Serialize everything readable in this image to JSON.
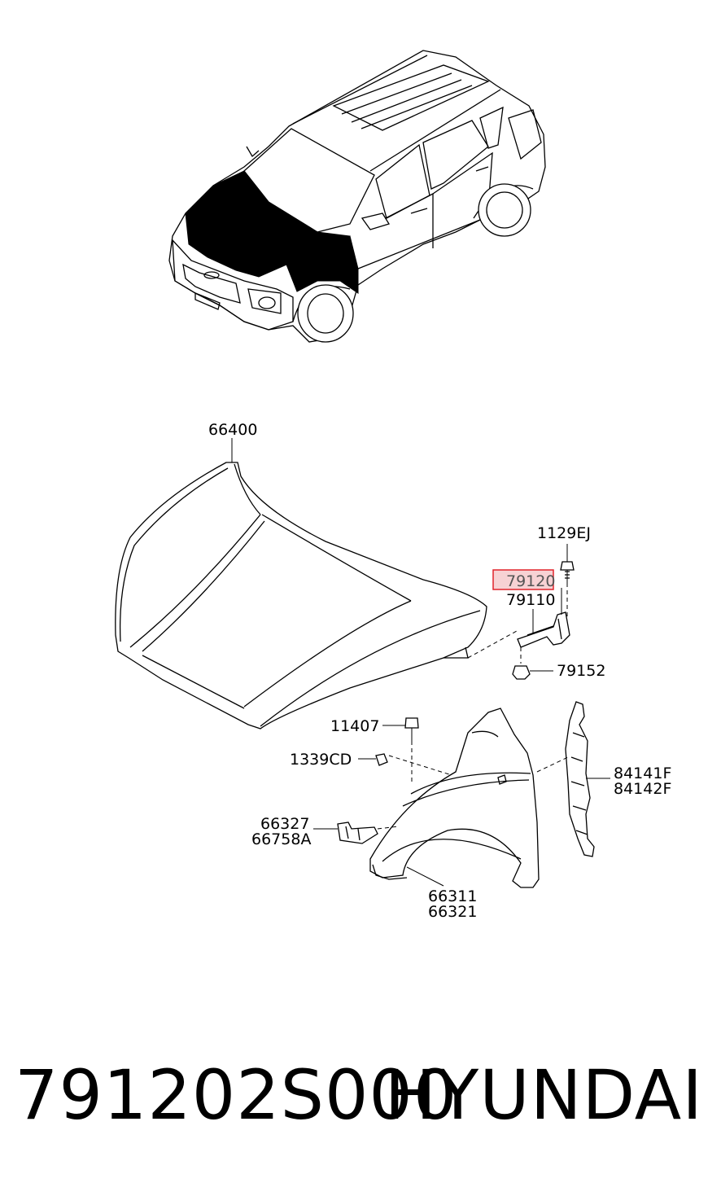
{
  "diagram": {
    "labels": {
      "hood": "66400",
      "bolt_top": "1129EJ",
      "hinge_lh": "79120",
      "hinge_rh": "79110",
      "nut": "79152",
      "fender_bolt": "11407",
      "clip": "1339CD",
      "bracket_a": "66327",
      "bracket_b": "66758A",
      "fender_lh": "66311",
      "fender_rh": "66321",
      "insulator_lh": "84141F",
      "insulator_rh": "84142F"
    },
    "highlight_color": "#e0242c",
    "highlight_fill": "#f7d2d4"
  },
  "footer": {
    "part_number": "791202S000",
    "brand": "HYUNDAI"
  }
}
